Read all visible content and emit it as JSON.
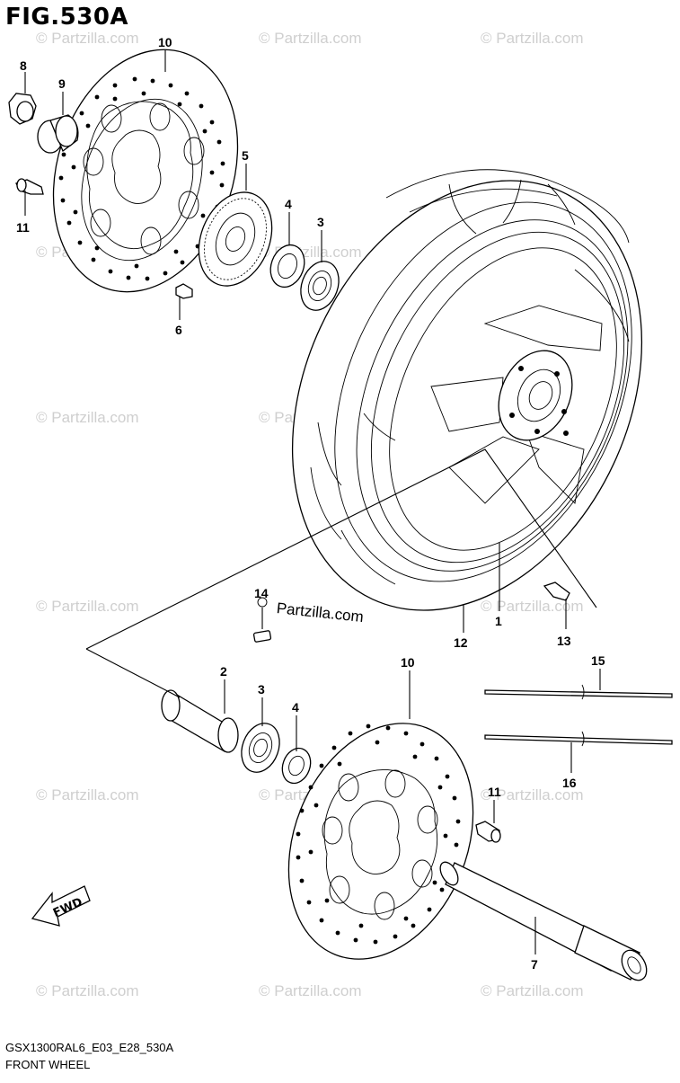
{
  "figure": {
    "title": "FIG.530A",
    "model_code": "GSX1300RAL6_E03_E28_530A",
    "name": "FRONT WHEEL"
  },
  "watermark": {
    "text": "© Partzilla.com",
    "prominent_text": "Partzilla.com"
  },
  "fwd_label": "FWD",
  "callouts": {
    "c1": "1",
    "c2": "2",
    "c3a": "3",
    "c3b": "3",
    "c4a": "4",
    "c4b": "4",
    "c5": "5",
    "c6": "6",
    "c7": "7",
    "c8": "8",
    "c9": "9",
    "c10a": "10",
    "c10b": "10",
    "c11a": "11",
    "c11b": "11",
    "c12": "12",
    "c13": "13",
    "c14": "14",
    "c15": "15",
    "c16": "16"
  },
  "icons": [
    "brake-disc-icon",
    "wheel-icon",
    "bearing-icon",
    "axle-icon",
    "fwd-arrow-icon"
  ]
}
